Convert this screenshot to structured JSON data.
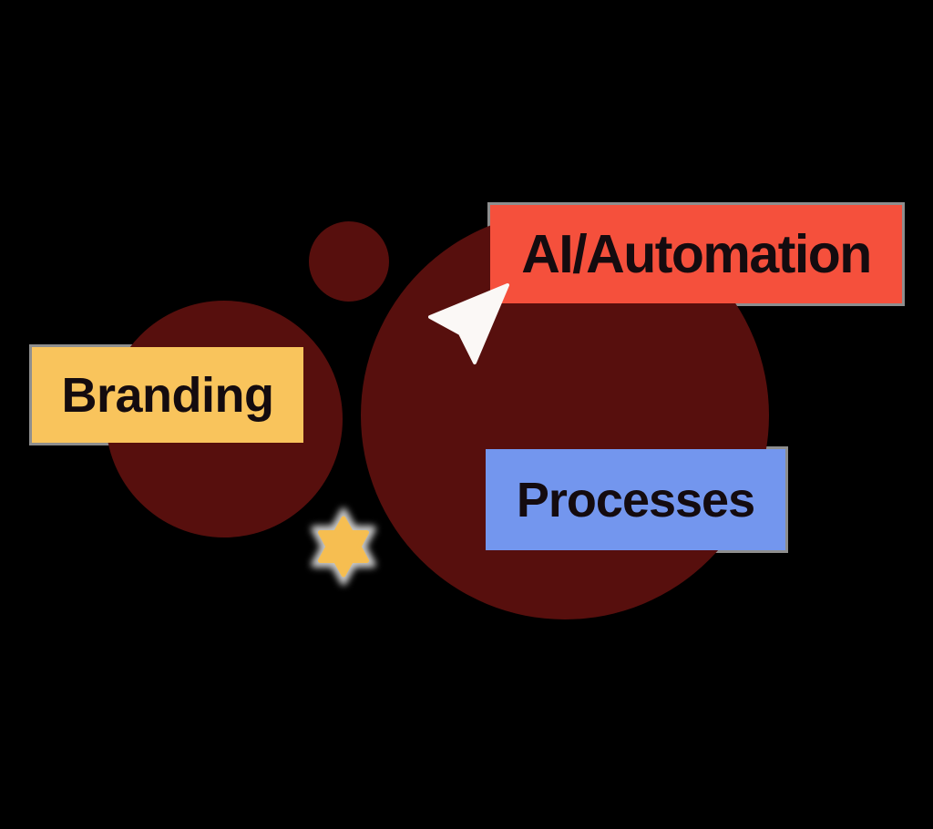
{
  "illustration": {
    "background_color": "#000000",
    "labels": {
      "ai": {
        "text": "AI/Automation",
        "color": "#F5503C"
      },
      "branding": {
        "text": "Branding",
        "color": "#F9C45C"
      },
      "processes": {
        "text": "Processes",
        "color": "#7396EE"
      }
    },
    "shapes": {
      "circle_color": "#570F0D",
      "edge_strip_color": "#8E8E8E",
      "star_color": "#F6BE51",
      "star_halo_color": "#C9C9C9",
      "cursor_color": "#FBF8F6",
      "label_text_color": "#140B0F"
    },
    "icons": {
      "cursor": "cursor-icon",
      "star": "star-icon"
    }
  }
}
